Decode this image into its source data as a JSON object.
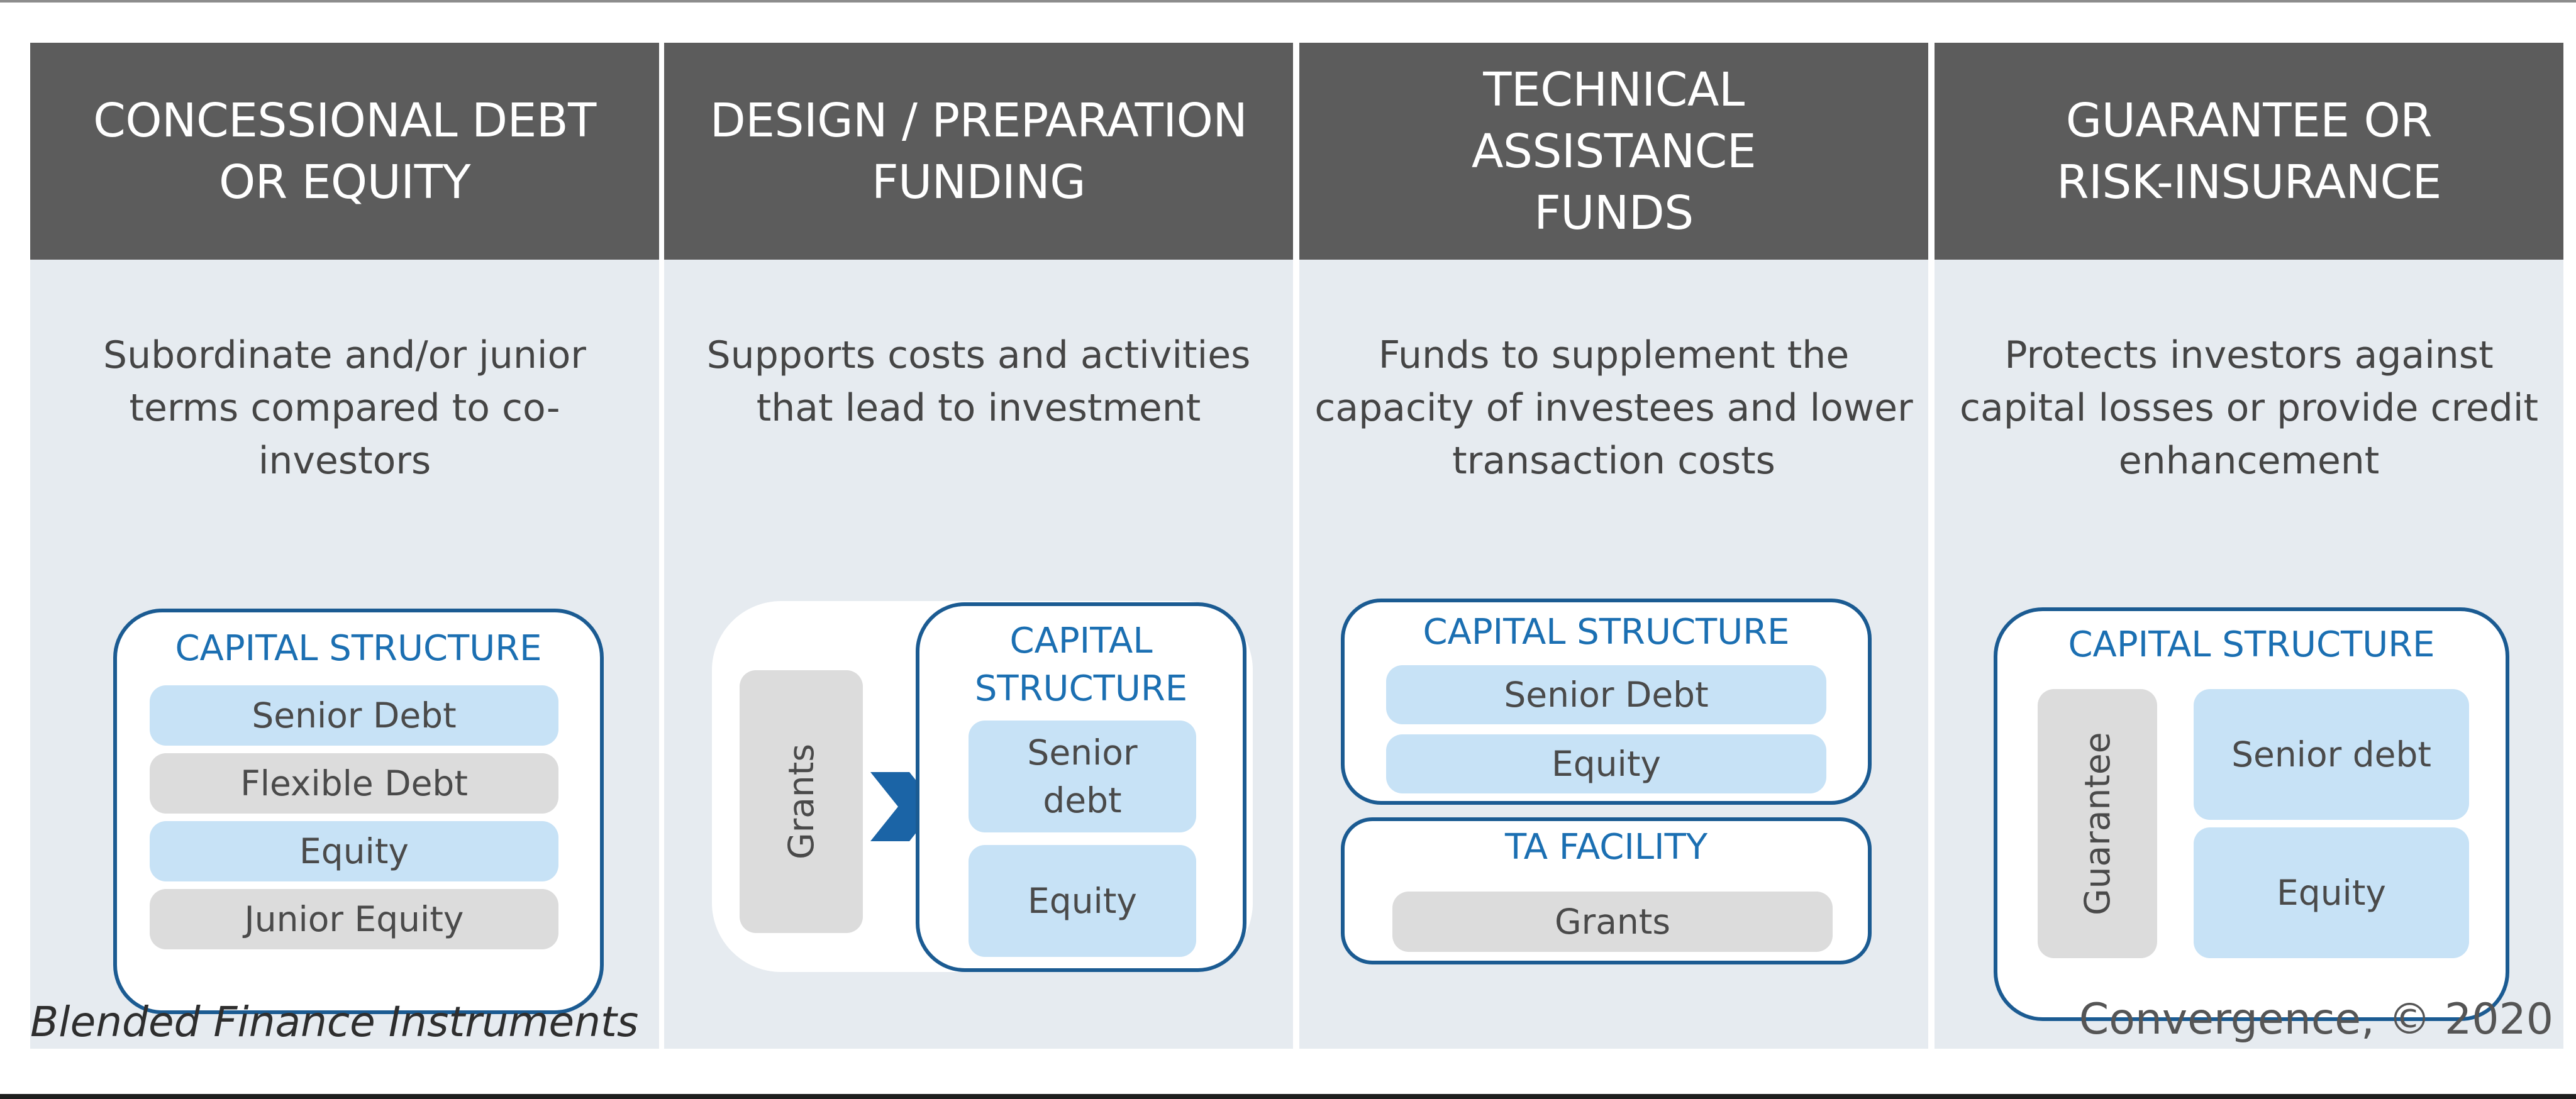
{
  "columns": [
    {
      "title_lines": [
        "CONCESSIONAL DEBT",
        "OR EQUITY"
      ],
      "description_lines": [
        "Subordinate and/or junior",
        "terms compared to co-",
        "investors"
      ],
      "box_title": "CAPITAL STRUCTURE",
      "bars": [
        "Senior Debt",
        "Flexible Debt",
        "Equity",
        "Junior Equity"
      ]
    },
    {
      "title_lines": [
        "DESIGN / PREPARATION",
        "FUNDING"
      ],
      "description_lines": [
        "Supports costs and activities",
        "that lead to investment"
      ],
      "side_label": "Grants",
      "box_title_lines": [
        "CAPITAL",
        "STRUCTURE"
      ],
      "bars_lines": [
        [
          "Senior",
          "debt"
        ],
        [
          "Equity"
        ]
      ]
    },
    {
      "title_lines": [
        "TECHNICAL",
        "ASSISTANCE",
        "FUNDS"
      ],
      "description_lines": [
        "Funds to supplement the",
        "capacity of investees and lower",
        "transaction costs"
      ],
      "box_title": "CAPITAL STRUCTURE",
      "bars": [
        "Senior Debt",
        "Equity"
      ],
      "facility_title": "TA FACILITY",
      "facility_bar": "Grants"
    },
    {
      "title_lines": [
        "GUARANTEE OR",
        "RISK-INSURANCE"
      ],
      "description_lines": [
        "Protects investors against",
        "capital losses or provide credit",
        "enhancement"
      ],
      "box_title": "CAPITAL STRUCTURE",
      "side_label": "Guarantee",
      "bars": [
        "Senior debt",
        "Equity"
      ]
    }
  ],
  "footer": {
    "caption": "Blended Finance Instruments",
    "credit": "Convergence, © 2020"
  },
  "colors": {
    "header_bg": "#5c5c5c",
    "panel_bg": "#e6ebf0",
    "box_border": "#1b5b92",
    "box_title": "#1b6fb2",
    "bar_blue": "#c7e2f6",
    "bar_grey": "#dcdcdc",
    "arrow": "#1b64a6"
  }
}
